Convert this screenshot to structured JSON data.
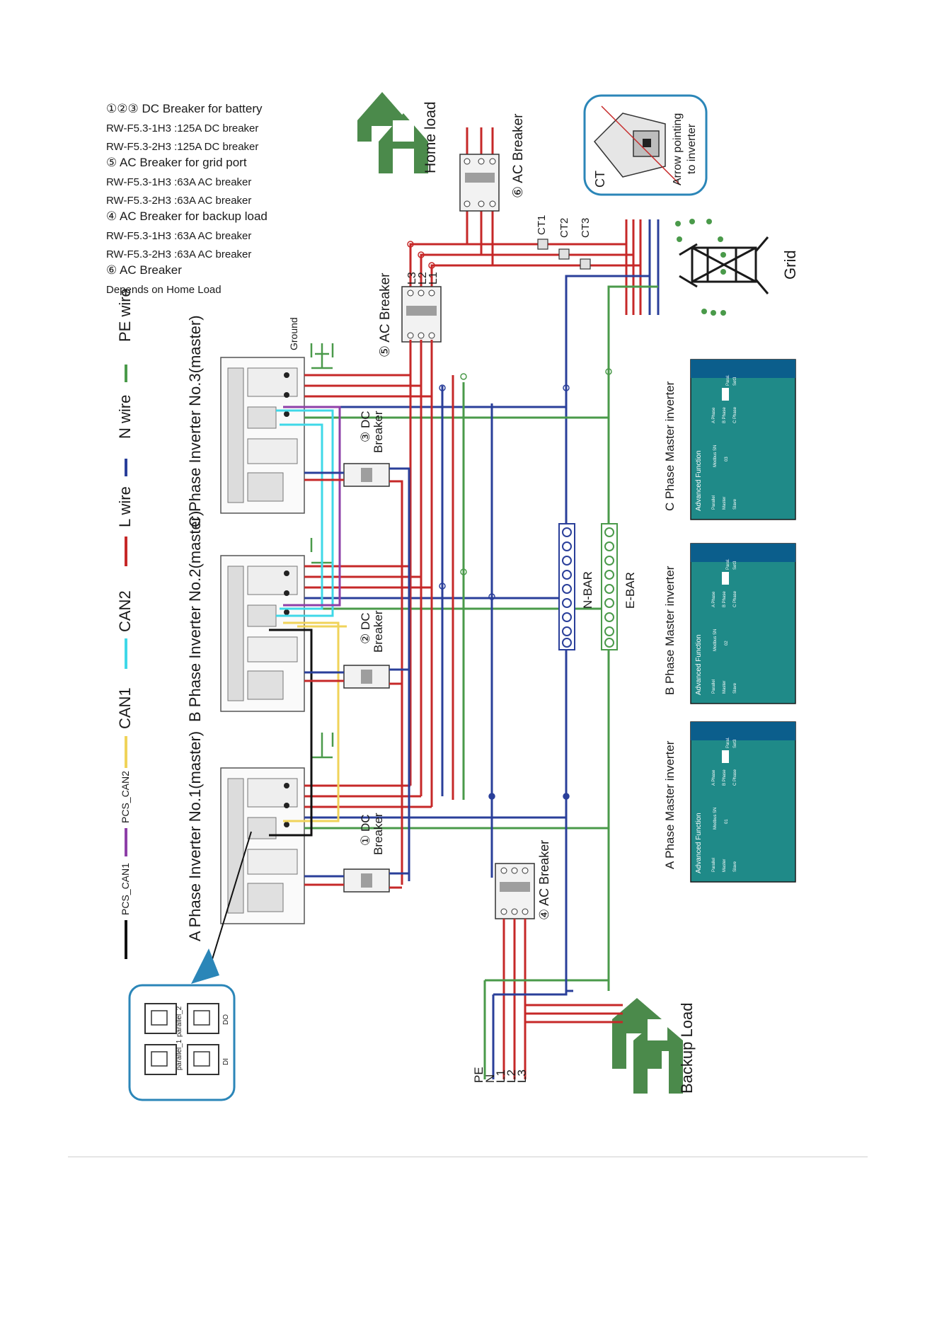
{
  "notes": [
    {
      "text": "①②③  DC Breaker for battery",
      "style": "hd"
    },
    {
      "text": "RW-F5.3-1H3 :125A DC breaker",
      "style": "sm"
    },
    {
      "text": "RW-F5.3-2H3 :125A DC breaker",
      "style": "sm"
    },
    {
      "text": "⑤  AC Breaker for grid port",
      "style": "hd"
    },
    {
      "text": "RW-F5.3-1H3 :63A AC breaker",
      "style": "sm"
    },
    {
      "text": "RW-F5.3-2H3 :63A AC breaker",
      "style": "sm"
    },
    {
      "text": "④  AC Breaker for backup load",
      "style": "hd"
    },
    {
      "text": "RW-F5.3-1H3 :63A AC breaker",
      "style": "sm"
    },
    {
      "text": "RW-F5.3-2H3 :63A AC breaker",
      "style": "sm"
    },
    {
      "text": "⑥  AC Breaker",
      "style": "hd"
    },
    {
      "text": "Depends on Home Load",
      "style": "sm"
    }
  ],
  "legend": [
    {
      "label": "PE wire",
      "color": "#4a9a4a"
    },
    {
      "label": "N wire",
      "color": "#2a3f9a"
    },
    {
      "label": "L wire",
      "color": "#c62828"
    },
    {
      "label": "CAN2",
      "color": "#3fd8e8"
    },
    {
      "label": "CAN1",
      "color": "#f0d35a"
    },
    {
      "label": "PCS_CAN2",
      "color": "#8e3fa8"
    },
    {
      "label": "PCS_CAN1",
      "color": "#111111"
    }
  ],
  "inverter_labels": {
    "a": "A Phase Inverter No.1(master)",
    "b": "B Phase Inverter No.2(master)",
    "c": "C Phase Inverter No.3(master)"
  },
  "labels": {
    "home_load": "Home load",
    "ac_breaker_6": "⑥ AC Breaker",
    "ct_box": "CT",
    "ct_arrow_1": "Arrow pointing",
    "ct_arrow_2": "to inverter",
    "ct1": "CT1",
    "ct2": "CT2",
    "ct3": "CT3",
    "grid": "Grid",
    "ac_breaker_5": "⑤  AC Breaker",
    "l3": "L3",
    "l2": "L2",
    "l1": "L1",
    "ground": "Ground",
    "dc_breaker_3": "③ DC",
    "dc_breaker_2": "② DC",
    "dc_breaker_1": "① DC",
    "breaker_word": "Breaker",
    "n_bar": "N-BAR",
    "e_bar": "E-BAR",
    "ac_breaker_4": "④  AC Breaker",
    "backup_load": "Backup Load",
    "pe": "PE",
    "n": "N",
    "bl1": "L1",
    "bl2": "L2",
    "bl3": "L3",
    "port_parallel_1": "parallel_1",
    "port_parallel_2": "parallel_2",
    "port_di": "DI",
    "port_do": "DO"
  },
  "screens": [
    {
      "caption": "A Phase Master inverter",
      "title": "Advanced Function",
      "parallel": "Parallel",
      "master": "Master",
      "slave": "Slave",
      "modbus": "Modbus SN",
      "sn": "01",
      "a_phase": "A Phase",
      "b_phase": "B Phase",
      "c_phase": "C Phase",
      "paral": "Paral.",
      "set": "Set3"
    },
    {
      "caption": "B Phase Master inverter",
      "title": "Advanced Function",
      "parallel": "Parallel",
      "master": "Master",
      "slave": "Slave",
      "modbus": "Modbus SN",
      "sn": "02",
      "a_phase": "A Phase",
      "b_phase": "B Phase",
      "c_phase": "C Phase",
      "paral": "Paral.",
      "set": "Set3"
    },
    {
      "caption": "C Phase Master inverter",
      "title": "Advanced Function",
      "parallel": "Parallel",
      "master": "Master",
      "slave": "Slave",
      "modbus": "Modbus SN",
      "sn": "03",
      "a_phase": "A Phase",
      "b_phase": "B Phase",
      "c_phase": "C Phase",
      "paral": "Paral.",
      "set": "Set3"
    }
  ],
  "colors": {
    "l_wire": "#c62828",
    "n_wire": "#2a3f9a",
    "pe_wire": "#4a9a4a",
    "can1": "#f0d35a",
    "can2": "#3fd8e8",
    "pcs_can2": "#8e3fa8",
    "pcs_can1": "#111111",
    "lcd_bg": "#1f8a88",
    "house_green": "#4b8a4b",
    "callout_blue": "#2b86b8"
  }
}
